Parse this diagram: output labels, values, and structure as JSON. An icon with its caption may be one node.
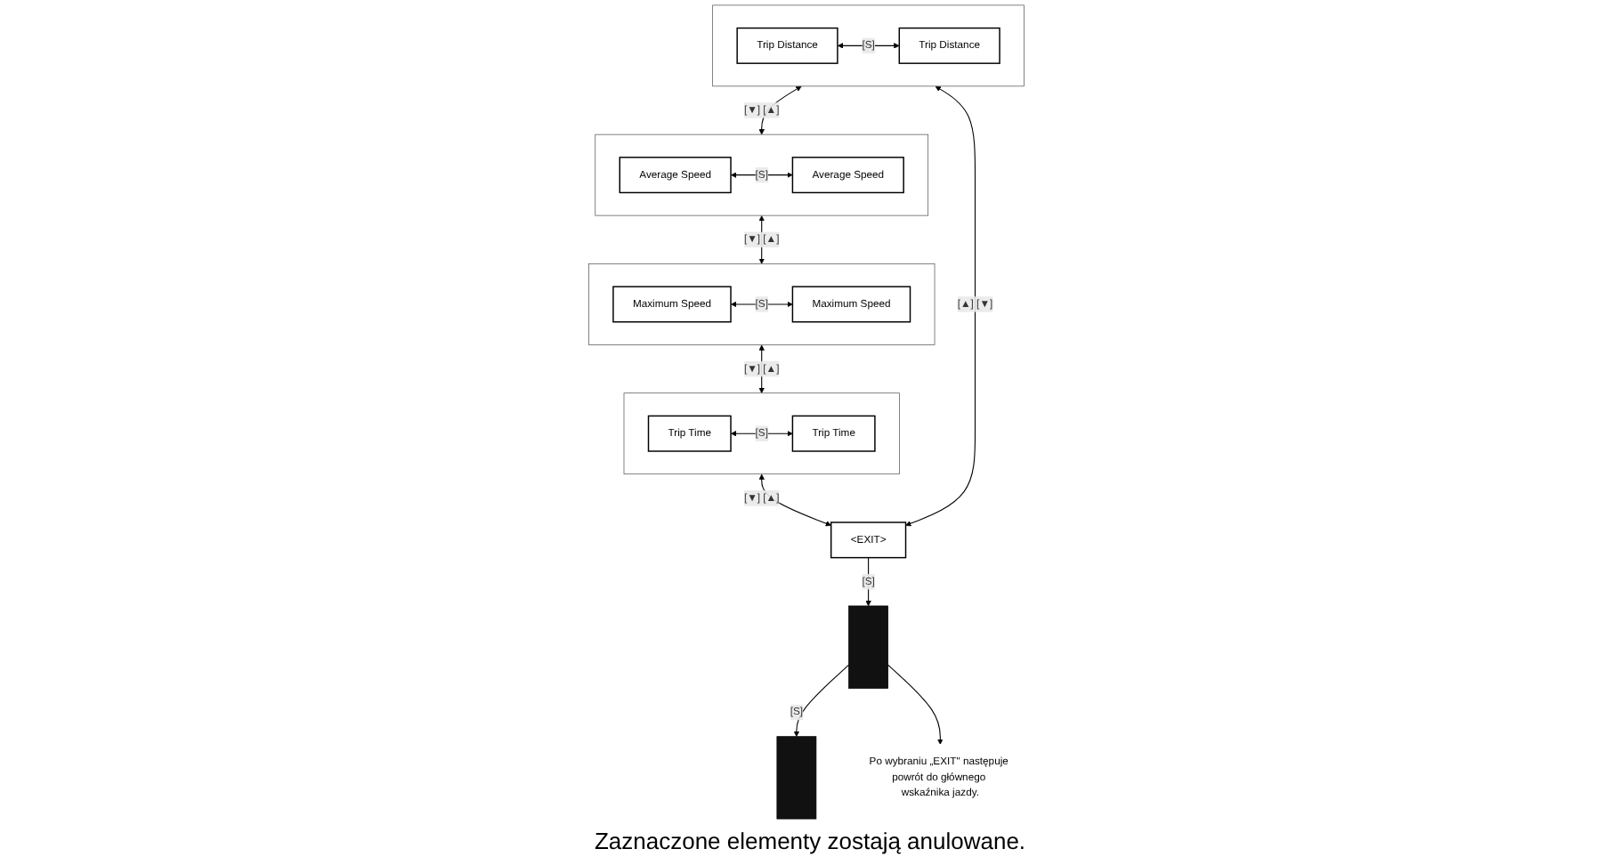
{
  "diagram": {
    "nodes": [
      {
        "text": [],
        "shape": "box"
      },
      {
        "text": [],
        "shape": "box"
      },
      {
        "text": [
          "Po wybraniu „EXIT\" następuje powrót do głównego wskaźnika jazdy."
        ]
      },
      {
        "text": [],
        "shape": "box"
      },
      {
        "text": [
          "Trip Distance"
        ],
        "in": 3
      },
      {
        "text": [
          "Trip Distance"
        ],
        "in": 3
      },
      {
        "text": [],
        "shape": "box"
      },
      {
        "text": [
          "Average Speed"
        ],
        "in": 6
      },
      {
        "text": [
          "Average Speed"
        ],
        "in": 6
      },
      {
        "text": [],
        "shape": "box"
      },
      {
        "text": [
          "Maximum Speed"
        ],
        "in": 9
      },
      {
        "text": [
          "Maximum Speed"
        ],
        "in": 9
      },
      {
        "text": [],
        "shape": "box"
      },
      {
        "text": [
          "Trip Time"
        ],
        "in": 12
      },
      {
        "text": [
          "Trip Time"
        ],
        "in": 12
      },
      {
        "text": [
          "<EXIT>"
        ]
      }
    ],
    "edges": [
      {
        "from": 0,
        "to": 1,
        "arrow": "to",
        "label": "[S]"
      },
      {
        "from": 0,
        "to": 2,
        "arrow": "to"
      },
      {
        "from": 4,
        "to": 5,
        "arrow": "both",
        "label": "[S]"
      },
      {
        "from": 3,
        "to": 6,
        "arrow": "both",
        "label": "[▼] [▲]"
      },
      {
        "from": 7,
        "to": 8,
        "arrow": "both",
        "label": "[S]"
      },
      {
        "from": 6,
        "to": 9,
        "arrow": "both",
        "label": "[▼] [▲]"
      },
      {
        "from": 10,
        "to": 11,
        "arrow": "both",
        "label": "[S]"
      },
      {
        "from": 9,
        "to": 12,
        "arrow": "both",
        "label": "[▼] [▲]"
      },
      {
        "from": 13,
        "to": 14,
        "arrow": "both",
        "label": "[S]"
      },
      {
        "from": 12,
        "to": 15,
        "arrow": "both",
        "label": "[▼] [▲]"
      },
      {
        "from": 3,
        "to": 15,
        "arrow": "both",
        "label": "[▲] [▼]"
      },
      {
        "from": 15,
        "to": 0,
        "arrow": "to",
        "label": "[S]"
      }
    ],
    "labels": [
      "Zaznaczone elementy zostają anulowane."
    ]
  }
}
